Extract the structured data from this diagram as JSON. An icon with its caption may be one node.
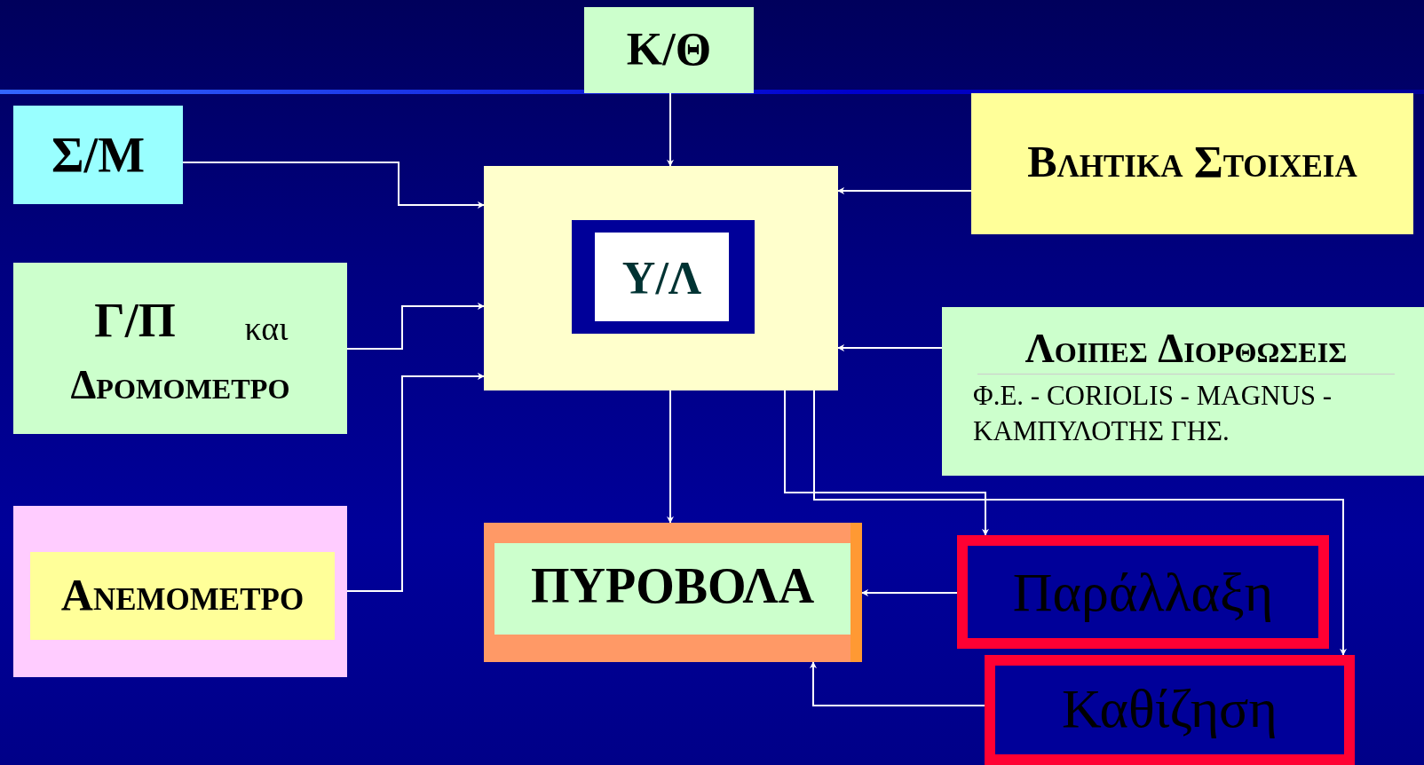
{
  "diagram": {
    "nodes": [
      {
        "text": [
          "Κ/Θ"
        ]
      },
      {
        "text": [
          "Σ/Μ"
        ]
      },
      {
        "text": [
          "ΒΛΗΤΙΚΑ ΣΤΟΙΧΕΙΑ"
        ]
      },
      {
        "text": [
          "Υ/Λ"
        ]
      },
      {
        "text": [
          "Γ/Π",
          "και",
          "ΔΡΟΜΟΜΕΤΡΟ"
        ]
      },
      {
        "text": [
          "ΛΟΙΠΕΣ ΔΙΟΡΘΩΣΕΙΣ",
          "Φ.Ε. - CORIOLIS - MAGNUS - ΚΑΜΠΥΛΟΤΗΣ  ΓΗΣ."
        ]
      },
      {
        "text": [
          "ΑΝΕΜΟΜΕΤΡΟ"
        ]
      },
      {
        "text": [
          "ΠΥΡΟΒΟΛΑ"
        ]
      },
      {
        "text": [
          "Παράλλαξη"
        ]
      },
      {
        "text": [
          "Καθίζηση"
        ]
      }
    ],
    "edges": [
      {
        "from": 0,
        "to": 3,
        "arrow": "to"
      },
      {
        "from": 1,
        "to": 3,
        "arrow": "to"
      },
      {
        "from": 2,
        "to": 3,
        "arrow": "to"
      },
      {
        "from": 4,
        "to": 3,
        "arrow": "to"
      },
      {
        "from": 5,
        "to": 3,
        "arrow": "to"
      },
      {
        "from": 6,
        "to": 3,
        "arrow": "to"
      },
      {
        "from": 3,
        "to": 7,
        "arrow": "to"
      },
      {
        "from": 3,
        "to": 8,
        "arrow": "to"
      },
      {
        "from": 3,
        "to": 9,
        "arrow": "to"
      },
      {
        "from": 8,
        "to": 7,
        "arrow": "to"
      },
      {
        "from": 9,
        "to": 7,
        "arrow": "to"
      }
    ]
  }
}
